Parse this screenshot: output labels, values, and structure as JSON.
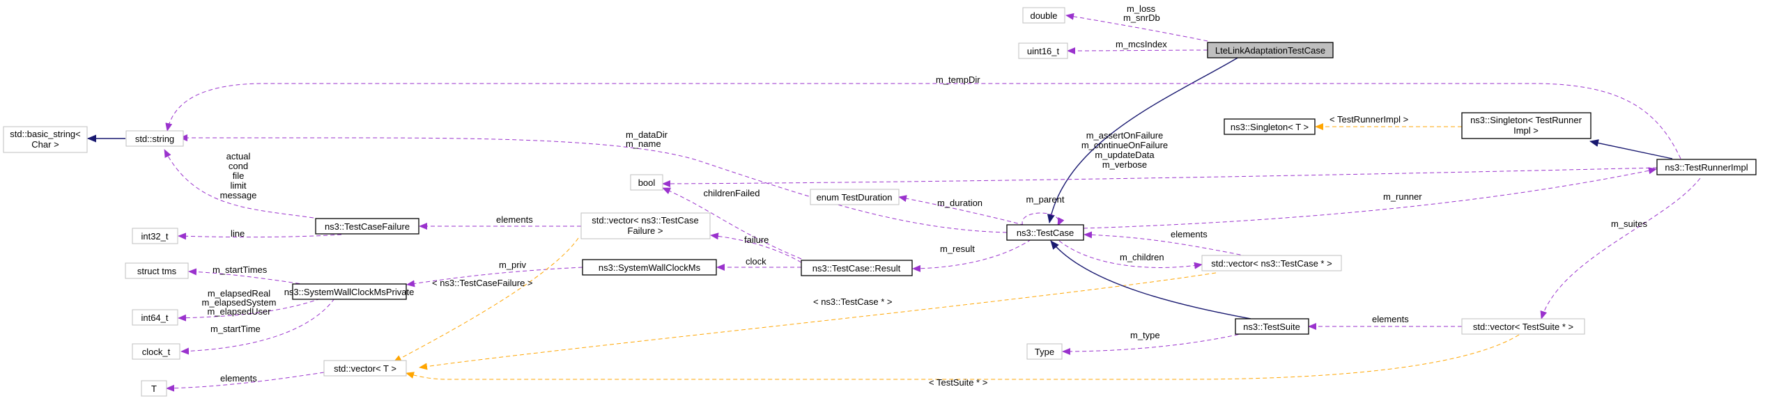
{
  "colors": {
    "usage_edge": "#9a32cd",
    "template_edge": "#ffa500",
    "inheritance_edge": "#191970",
    "highlight_fill": "#bfbfbf",
    "gray_border": "#bfbfbf"
  },
  "nodes": {
    "lte": "LteLinkAdaptationTestCase",
    "double": "double",
    "uint16": "uint16_t",
    "basic_string_1": "std::basic_string<",
    "basic_string_2": "Char >",
    "std_string": "std::string",
    "singleton_t": "ns3::Singleton< T >",
    "singleton_impl_1": "ns3::Singleton< TestRunner",
    "singleton_impl_2": "Impl >",
    "test_runner_impl": "ns3::TestRunnerImpl",
    "bool": "bool",
    "enum_duration": "enum TestDuration",
    "test_case": "ns3::TestCase",
    "vec_failure_1": "std::vector< ns3::TestCase",
    "vec_failure_2": "Failure >",
    "test_case_failure": "ns3::TestCaseFailure",
    "int32": "int32_t",
    "struct_tms": "struct tms",
    "swcm_private": "ns3::SystemWallClockMsPrivate",
    "swcm": "ns3::SystemWallClockMs",
    "result": "ns3::TestCase::Result",
    "vec_testcase_ptr": "std::vector< ns3::TestCase * >",
    "int64": "int64_t",
    "clock_t": "clock_t",
    "test_suite": "ns3::TestSuite",
    "vec_testsuite_ptr": "std::vector< TestSuite * >",
    "type": "Type",
    "t": "T",
    "vec_t": "std::vector< T >"
  },
  "edge_labels": {
    "m_loss": "m_loss",
    "m_snrDb": "m_snrDb",
    "m_mcsIndex": "m_mcsIndex",
    "m_tempDir": "m_tempDir",
    "m_dataDir": "m_dataDir",
    "m_name": "m_name",
    "failure_members": [
      "actual",
      "cond",
      "file",
      "limit",
      "message"
    ],
    "tri_runner_impl": "< TestRunnerImpl >",
    "bool_members": [
      "m_assertOnFailure",
      "m_continueOnFailure",
      "m_updateData",
      "m_verbose"
    ],
    "childrenFailed": "childrenFailed",
    "m_duration": "m_duration",
    "m_parent": "m_parent",
    "m_runner": "m_runner",
    "m_suites": "m_suites",
    "elements": "elements",
    "line": "line",
    "failure": "failure",
    "m_result": "m_result",
    "m_children": "m_children",
    "m_startTimes": "m_startTimes",
    "m_priv": "m_priv",
    "clock": "clock",
    "tpl_testcase_failure": "< ns3::TestCaseFailure >",
    "int64_members": [
      "m_elapsedReal",
      "m_elapsedSystem",
      "m_elapsedUser"
    ],
    "m_startTime": "m_startTime",
    "tpl_testcase_ptr": "< ns3::TestCase * >",
    "m_type": "m_type",
    "tpl_testsuite_ptr": "< TestSuite * >"
  }
}
